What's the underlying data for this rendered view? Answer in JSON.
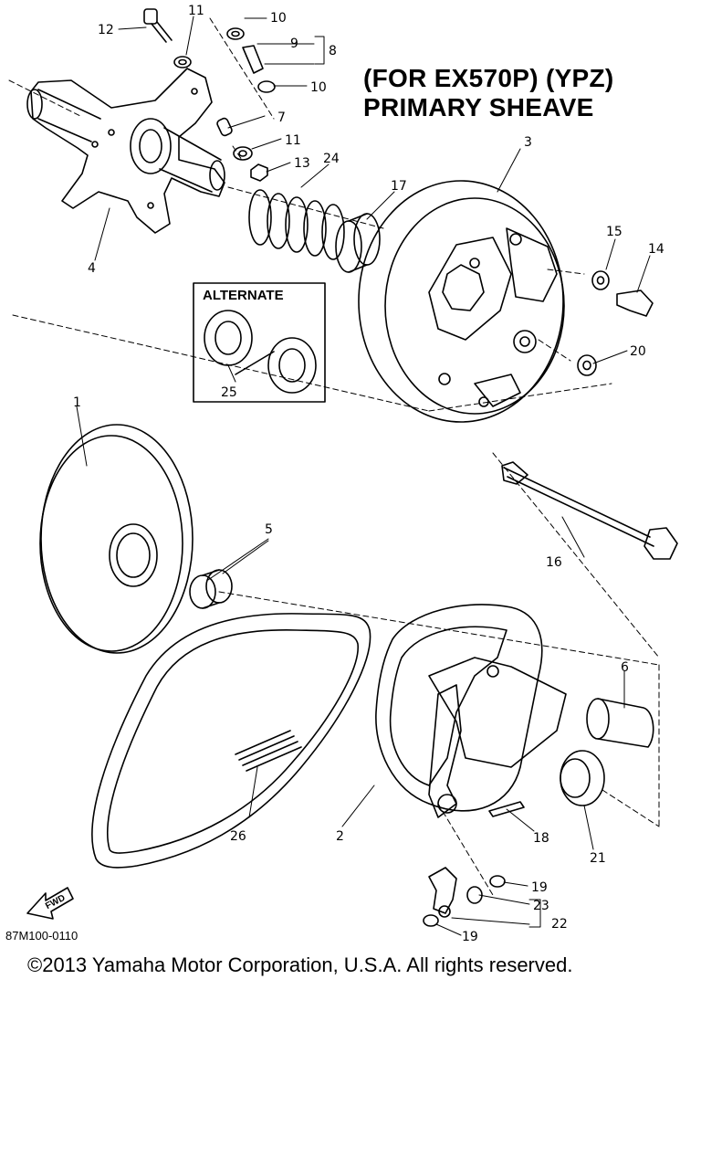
{
  "title": {
    "line1": "(FOR EX570P) (YPZ)",
    "line2": "PRIMARY SHEAVE"
  },
  "alternate_label": "ALTERNATE",
  "fwd_label": "FWD",
  "diagram_code": "87M100-0110",
  "copyright": "©2013 Yamaha Motor Corporation, U.S.A. All rights reserved.",
  "callouts": {
    "n1": "1",
    "n2": "2",
    "n3": "3",
    "n4": "4",
    "n5": "5",
    "n6": "6",
    "n7": "7",
    "n8": "8",
    "n9": "9",
    "n10a": "10",
    "n10b": "10",
    "n11a": "11",
    "n11b": "11",
    "n12": "12",
    "n13": "13",
    "n14": "14",
    "n15": "15",
    "n16": "16",
    "n17": "17",
    "n18": "18",
    "n19a": "19",
    "n19b": "19",
    "n20": "20",
    "n21": "21",
    "n22": "22",
    "n23": "23",
    "n24": "24",
    "n25": "25",
    "n26": "26"
  }
}
